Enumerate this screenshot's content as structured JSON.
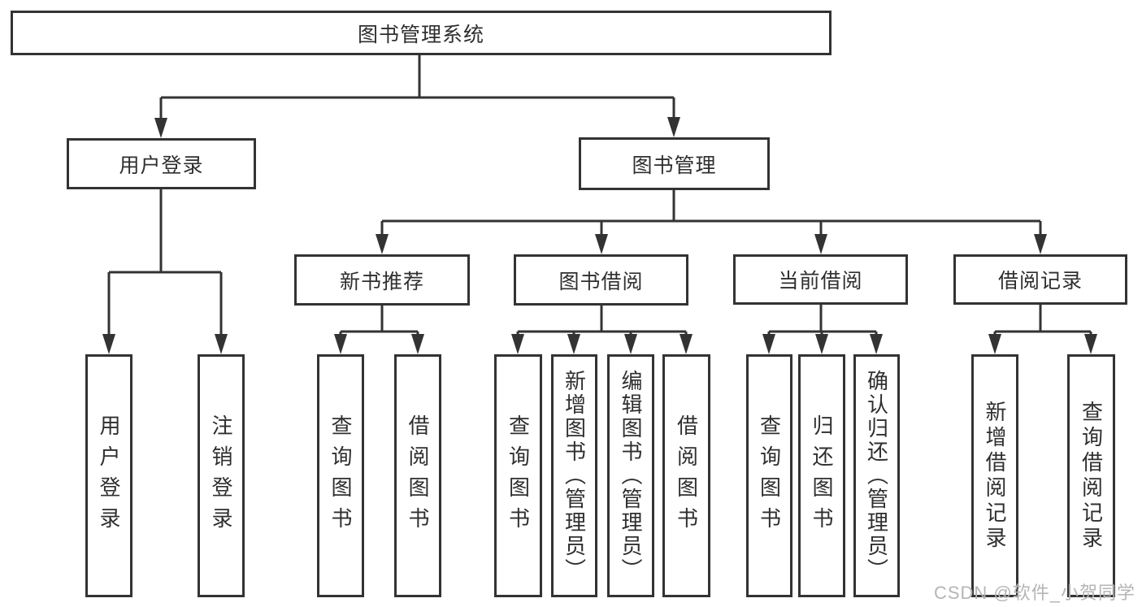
{
  "tree": {
    "label": "图书管理系统",
    "children": [
      {
        "label": "用户登录",
        "children": [
          {
            "label": "用户登录"
          },
          {
            "label": "注销登录"
          }
        ]
      },
      {
        "label": "图书管理",
        "children": [
          {
            "label": "新书推荐",
            "children": [
              {
                "label": "查询图书"
              },
              {
                "label": "借阅图书"
              }
            ]
          },
          {
            "label": "图书借阅",
            "children": [
              {
                "label": "查询图书"
              },
              {
                "label": "新增图书（管理员）"
              },
              {
                "label": "编辑图书（管理员）"
              },
              {
                "label": "借阅图书"
              }
            ]
          },
          {
            "label": "当前借阅",
            "children": [
              {
                "label": "查询图书"
              },
              {
                "label": "归还图书"
              },
              {
                "label": "确认归还（管理员）"
              }
            ]
          },
          {
            "label": "借阅记录",
            "children": [
              {
                "label": "新增借阅记录"
              },
              {
                "label": "查询借阅记录"
              }
            ]
          }
        ]
      }
    ]
  },
  "watermark": {
    "text": "CSDN @软件_小贺同学"
  },
  "colors": {
    "line": "#333333",
    "box_border": "#333333",
    "text": "#2f2f2f",
    "watermark": "#b5b5b5",
    "background": "#ffffff"
  }
}
